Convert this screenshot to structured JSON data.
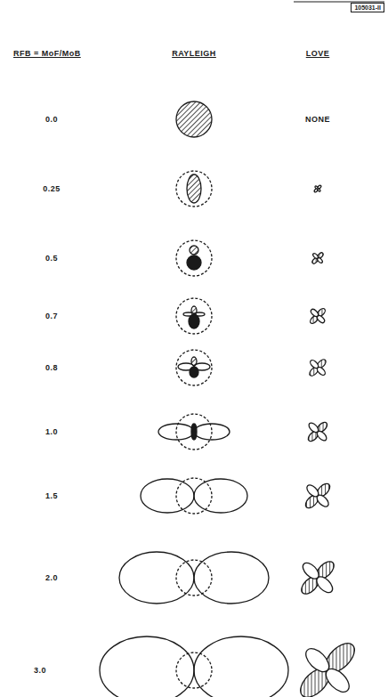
{
  "diagram": {
    "nodes": [
      {
        "text": [
          "105031-II"
        ]
      }
    ],
    "labels": [
      "RFB = MoF/MoB",
      "RAYLEIGH",
      "LOVE",
      "0.0",
      "NONE",
      "0.25",
      "0.5",
      "0.7",
      "0.8",
      "1.0",
      "1.5",
      "2.0",
      "3.0"
    ]
  }
}
